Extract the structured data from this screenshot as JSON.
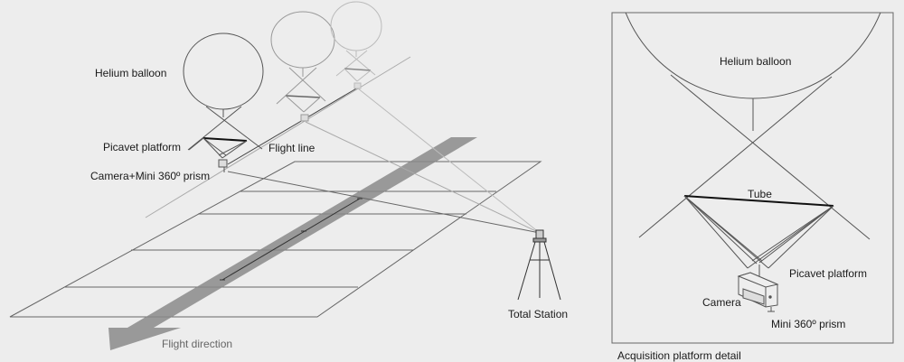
{
  "overview": {
    "balloon_label": "Helium balloon",
    "picavet_label": "Picavet platform",
    "flight_line_label": "Flight line",
    "camera_label": "Camera+Mini 360º prism",
    "total_station_label": "Total Station",
    "flight_direction_label": "Flight direction"
  },
  "detail": {
    "balloon_label": "Helium balloon",
    "tube_label": "Tube",
    "picavet_label": "Picavet platform",
    "camera_label": "Camera",
    "prism_label": "Mini 360º prism",
    "caption": "Acquisition platform detail"
  },
  "colors": {
    "background": "#ededed",
    "line": "#555555",
    "band": "#8a8a8a"
  }
}
